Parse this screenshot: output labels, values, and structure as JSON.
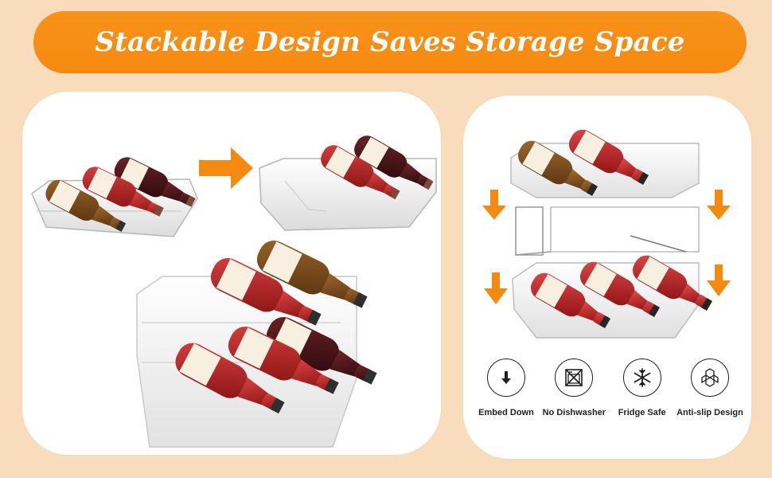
{
  "banner": {
    "title": "Stackable Design  Saves Storage Space"
  },
  "colors": {
    "background": "#f8dcbc",
    "accent": "#f58a10",
    "panel": "#ffffff"
  },
  "left_panel": {
    "icons": [
      "bottle-rack-icon",
      "arrow-right-icon",
      "empty-rack-icon",
      "stacked-rack-icon"
    ]
  },
  "right_panel": {
    "icons": [
      "upper-rack-icon",
      "arrow-down-icon",
      "rack-frame-icon",
      "lower-rack-icon"
    ],
    "features": [
      {
        "icon": "embed-down-icon",
        "label": "Embed Down"
      },
      {
        "icon": "no-dishwasher-icon",
        "label": "No Dishwasher"
      },
      {
        "icon": "fridge-safe-icon",
        "label": "Fridge Safe"
      },
      {
        "icon": "anti-slip-icon",
        "label": "Anti-slip Design"
      }
    ]
  }
}
